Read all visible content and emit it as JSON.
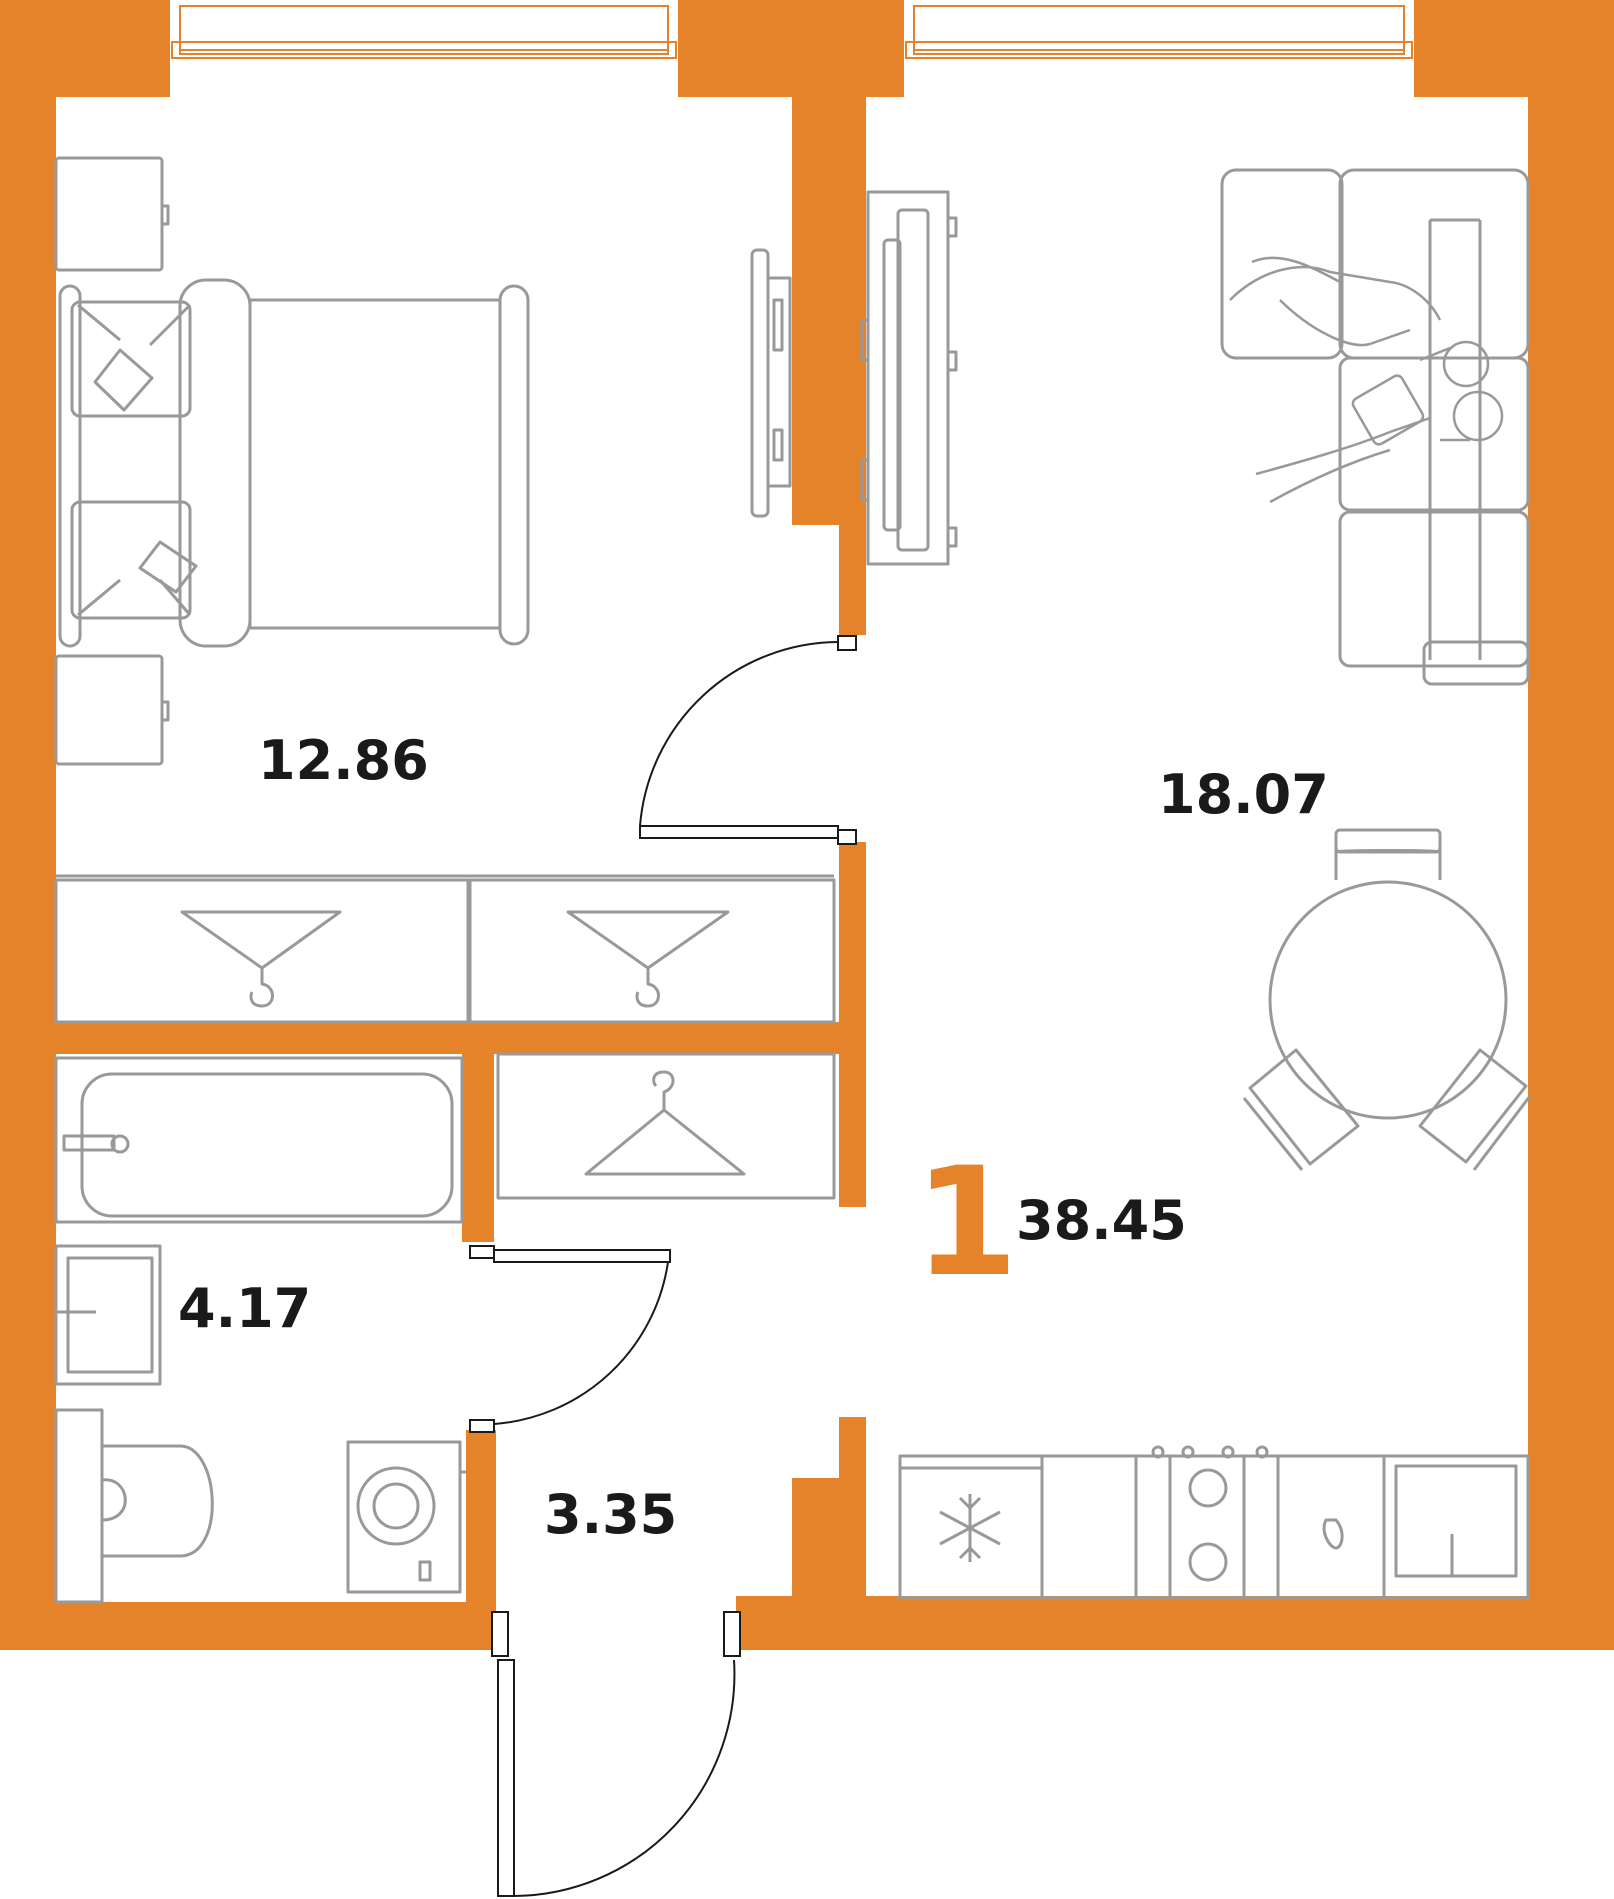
{
  "plan": {
    "rooms_count": "1",
    "total_area": "38.45",
    "rooms": [
      {
        "id": "bedroom",
        "area": "12.86"
      },
      {
        "id": "living-kitchen",
        "area": "18.07"
      },
      {
        "id": "bathroom",
        "area": "4.17"
      },
      {
        "id": "hallway",
        "area": "3.35"
      }
    ]
  },
  "colors": {
    "wall": "#E5832A",
    "furniture_stroke": "#999999",
    "text": "#1A1A1A",
    "accent": "#E5832A"
  },
  "icons": [
    "bed-icon",
    "pillow-icon",
    "nightstand-icon",
    "tv-icon",
    "sofa-icon",
    "people-icon",
    "round-table-icon",
    "chair-icon",
    "wardrobe-icon",
    "hanger-icon",
    "bathtub-icon",
    "sink-icon",
    "toilet-icon",
    "washing-machine-icon",
    "fridge-icon",
    "stove-icon",
    "kitchen-sink-icon",
    "door-icon",
    "window-icon"
  ]
}
